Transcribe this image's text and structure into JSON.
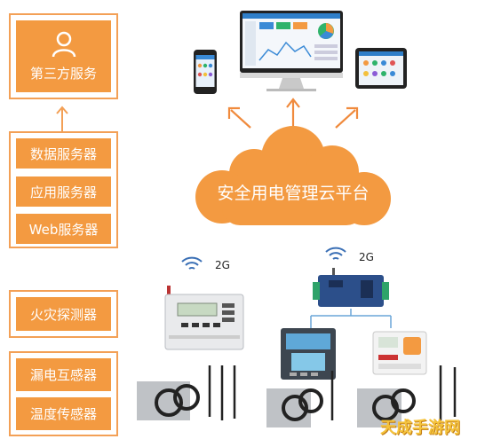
{
  "left_column": {
    "third_party": {
      "label": "第三方服务",
      "icon": "user-icon"
    },
    "servers": [
      "数据服务器",
      "应用服务器",
      "Web服务器"
    ],
    "fire_detector": "火灾探测器",
    "sensors": [
      "漏电互感器",
      "温度传感器"
    ]
  },
  "cloud": {
    "label": "安全用电管理云平台",
    "color": "#f39a41"
  },
  "gateways": [
    {
      "signal": "2G",
      "icon": "wifi-signal-icon"
    },
    {
      "signal": "2G",
      "icon": "wifi-signal-icon"
    }
  ],
  "watermark": "天成手游网",
  "colors": {
    "accent": "#f39a41",
    "panel_border": "#f3a056",
    "arrow": "#f08a3c"
  }
}
